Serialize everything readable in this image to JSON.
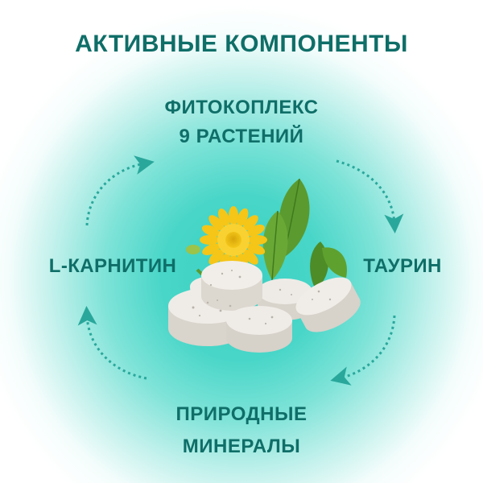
{
  "title": "АКТИВНЫЕ КОМПОНЕНТЫ",
  "components": {
    "top": [
      "ФИТОКОПЛЕКС",
      "9 РАСТЕНИЙ"
    ],
    "right": "ТАУРИН",
    "bottom": [
      "ПРИРОДНЫЕ",
      "МИНЕРАЛЫ"
    ],
    "left": "L-КАРНИТИН"
  },
  "colors": {
    "text": "#0f6e68",
    "arrow": "#2aa79b",
    "background_center": "#3bd1c3",
    "tablet": "#ece9e4",
    "flower": "#f5c518",
    "leaf": "#5b9a2e"
  },
  "icons": [
    "cycle-arrow-icon",
    "dandelion-flower-icon",
    "leaf-icon",
    "tablet-icon"
  ]
}
